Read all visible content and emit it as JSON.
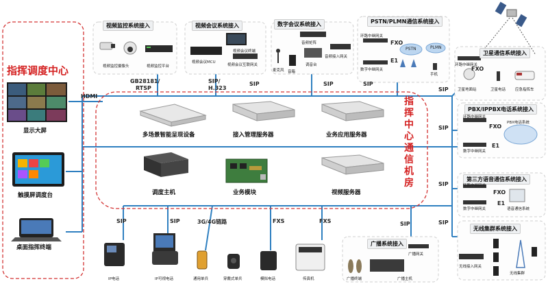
{
  "center": {
    "left_title": "指挥调度中心",
    "right_title_chars": [
      "指",
      "挥",
      "中",
      "心",
      "通",
      "信",
      "机",
      "房"
    ]
  },
  "left_devices": {
    "display": "显示大屏",
    "touch": "触摸屏调度台",
    "desk": "桌面指挥终端",
    "hdmi": "HDMI"
  },
  "core": {
    "presenter": "多场景智能呈现设备",
    "access_server": "接入管理服务器",
    "app_server": "业务应用服务器",
    "dispatch_host": "调度主机",
    "module": "业务模块",
    "video_server": "视频服务器"
  },
  "top_modules": {
    "video_monitor": {
      "title": "视频监控系统接入",
      "cam": "视频监控摄像头",
      "platform": "视频监控平台",
      "protocol": "GB28181/\nRTSP",
      "protocol_line1": "GB28181/",
      "protocol_line2": "RTSP"
    },
    "video_conf": {
      "title": "视频会议系统接入",
      "mcu": "视频会议MCU",
      "terminal": "视频会议终端",
      "gateway": "视频会议互联网关",
      "protocol_line1": "SIP/",
      "protocol_line2": "H.323"
    },
    "digital_conf": {
      "title": "数字会议系统接入",
      "matrix": "音频矩阵",
      "mic": "麦克风",
      "speaker": "音箱",
      "mixer": "调音台",
      "gateway": "音频接入网关",
      "protocol": "SIP"
    },
    "pstn": {
      "title": "PSTN/PLMN通信系统接入",
      "loop_gw": "环路中继网关",
      "digital_gw": "数字中继网关",
      "fxo": "FXO",
      "e1": "E1",
      "pstn_cloud": "PSTN",
      "plmn_cloud": "PLMN",
      "phone": "手机",
      "protocol": "SIP"
    }
  },
  "right_modules": {
    "satellite": {
      "title": "卫星通信系统接入",
      "loop_gw": "环路中继网关",
      "fxo": "FXO",
      "station": "卫星地面站",
      "phone": "卫星电话",
      "vehicle": "应急指挥车",
      "protocol": "SIP"
    },
    "pbx": {
      "title": "PBX/IPPBX电话系统接入",
      "loop_gw": "环路中继网关",
      "digital_gw": "数字中继网关",
      "fxo": "FXO",
      "e1": "E1",
      "system": "PBX电话系统",
      "protocol": "SIP"
    },
    "third_voice": {
      "title": "第三方语音通信系统接入",
      "loop_gw": "环路中继网关",
      "digital_gw": "数字中继网关",
      "fxo": "FXO",
      "e1": "E1",
      "system": "语音通信系统",
      "protocol": "SIP"
    },
    "trunking": {
      "title": "无线集群系统接入",
      "gateway": "无线接入网关",
      "system": "无线集群",
      "protocol": "SIP"
    }
  },
  "bottom": {
    "ip_phone": "IP电话",
    "ip_video_phone": "IP可视电话",
    "handheld": "通用单兵",
    "wearable": "穿戴式单兵",
    "analog_phone": "模拟电话",
    "fax": "传真机",
    "sip1": "SIP",
    "sip2": "SIP",
    "link_4g": "3G/4G链路",
    "fxs1": "FXS",
    "fxs2": "FXS",
    "sip3": "SIP",
    "broadcast": {
      "title": "广播系统接入",
      "gateway": "广播网关",
      "terminal": "广播终端",
      "host": "广播主机"
    }
  },
  "colors": {
    "bus": "#2e7fc0",
    "dash": "#d33333",
    "title_red": "#d42020"
  }
}
